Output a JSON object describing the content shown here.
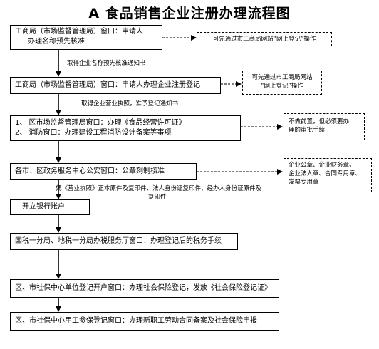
{
  "title": "A 食品销售企业注册办理流程图",
  "steps": [
    {
      "lines": [
        "工商局（市场监督管理局）窗口：申请人",
        "办理名称预先核准"
      ]
    },
    {
      "lines": [
        "工商局（市场监督管理局）窗口：申请人办理企业注册登记"
      ]
    },
    {
      "lines": [
        "1、 区市场监督管理局窗口：办理《食品经营许可证》",
        "2、 消防窗口：办理建设工程消防设计备案等事项"
      ]
    },
    {
      "lines": [
        "各市、区政务服务中心公安窗口：公章刻制核准"
      ]
    },
    {
      "lines": [
        "开立银行账户"
      ]
    },
    {
      "lines": [
        "国税一分局、地税一分局办税服务厅窗口：办理登记后的税务手续"
      ]
    },
    {
      "lines": [
        "区、市社保中心单位登记开户窗口：办理社会保险登记，发放《社会保险登记证》"
      ]
    },
    {
      "lines": [
        "区、市社保中心用工参保登记窗口：办理新职工劳动合同备案及社会保险申报"
      ]
    }
  ],
  "notes": [
    {
      "lines": [
        "取得企业名称预先核准通知书"
      ]
    },
    {
      "lines": [
        "取得企业营业执照，准予登记通知书"
      ]
    },
    {
      "lines": [
        "凭《营业执照》正本原件及复印件、法人身份证复印件、经办人身份证原件及",
        "复印件"
      ]
    }
  ],
  "side_notes": [
    {
      "lines": [
        "可先通过市工商局网站“网上登记”操作"
      ]
    },
    {
      "lines": [
        "可先通过市工商局网站",
        "“网上登记”操作"
      ]
    },
    {
      "lines": [
        "不做前置，但必须要办",
        "理的审批手续"
      ]
    },
    {
      "lines": [
        "企业公章、企业财务章、",
        "企业法人章、合同专用章、",
        "发票专用章"
      ]
    }
  ]
}
